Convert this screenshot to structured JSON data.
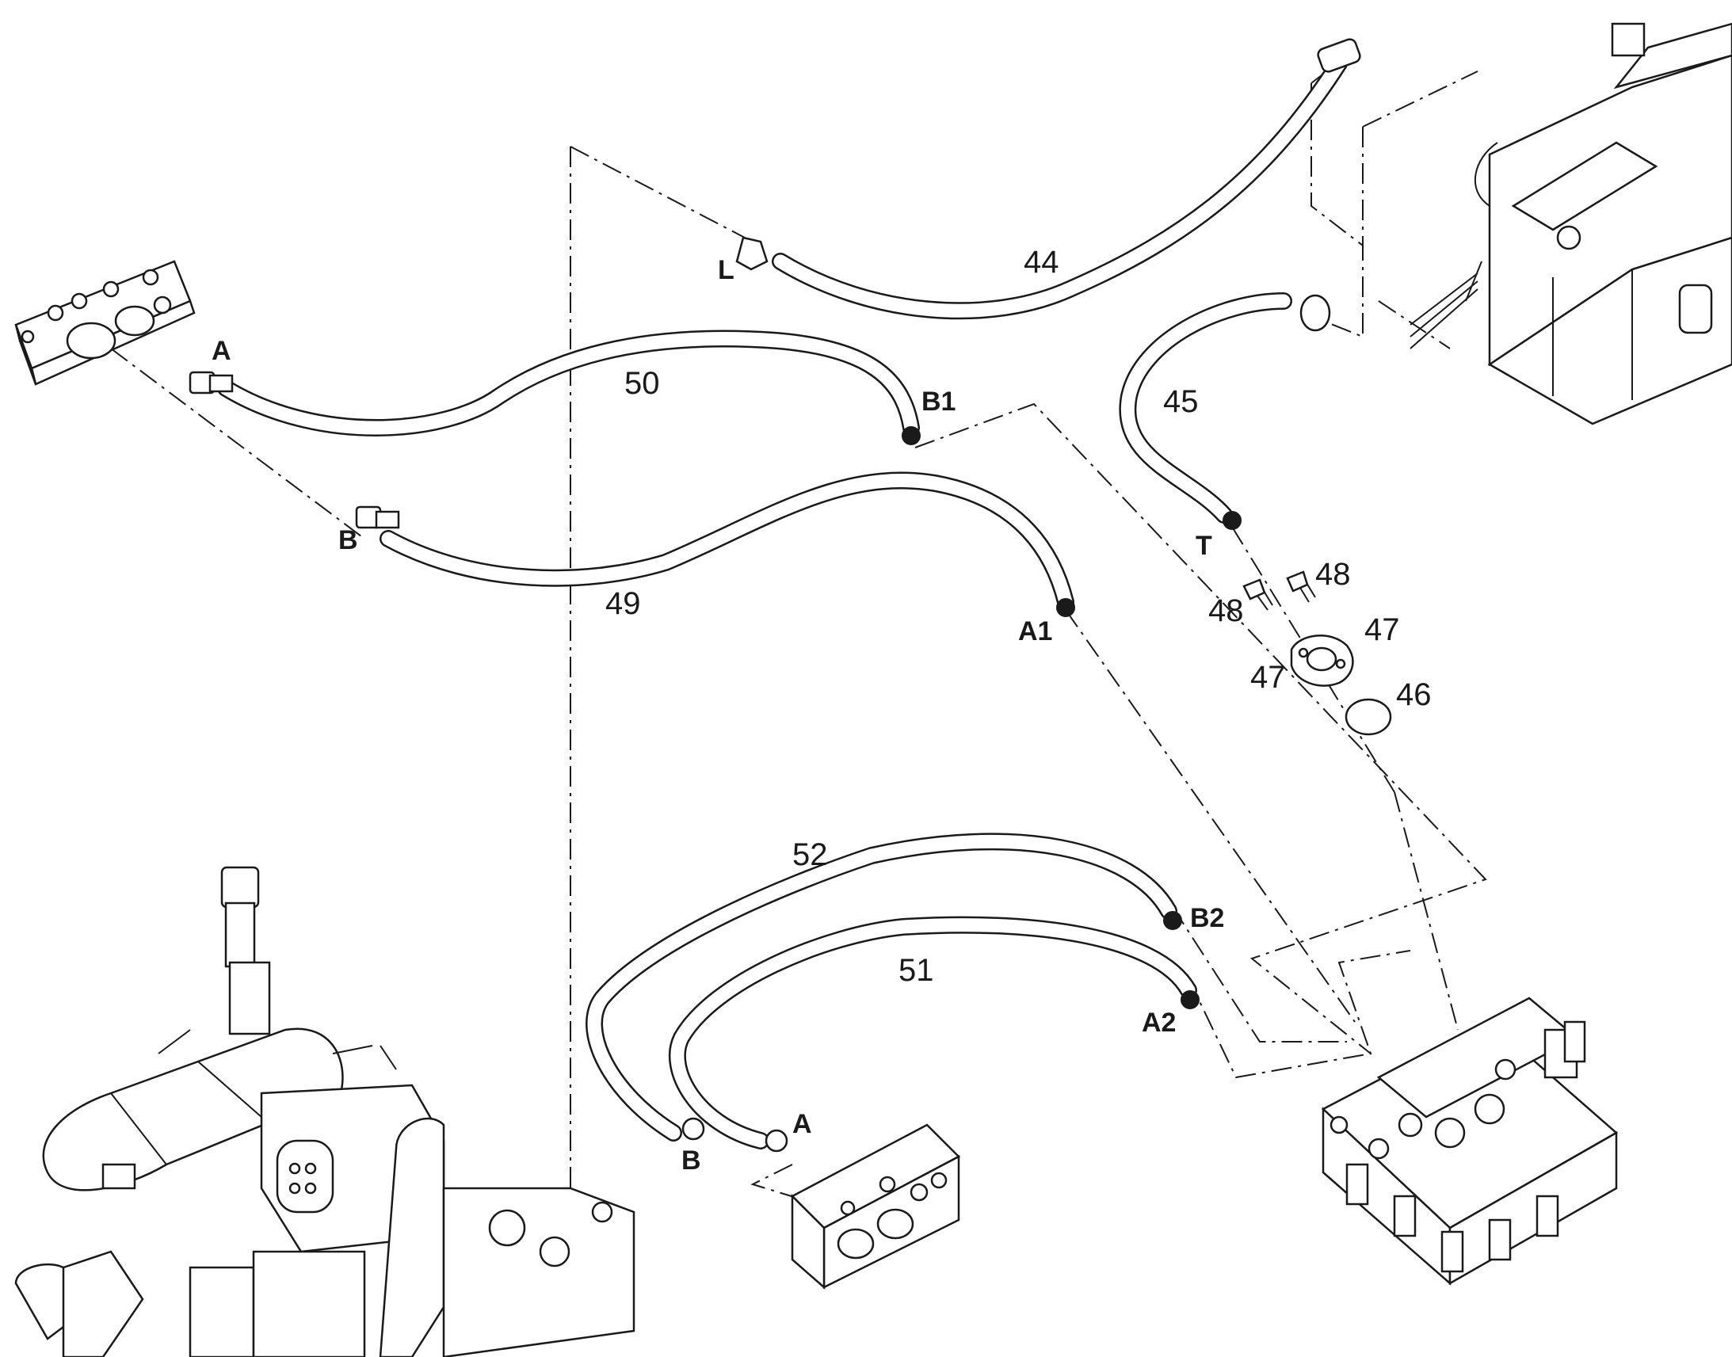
{
  "callouts": {
    "c44": "44",
    "c45": "45",
    "c46": "46",
    "c47a": "47",
    "c47b": "47",
    "c48a": "48",
    "c48b": "48",
    "c49": "49",
    "c50": "50",
    "c51": "51",
    "c52": "52"
  },
  "ports": {
    "a_top": "A",
    "b_top": "B",
    "b1": "B1",
    "a1": "A1",
    "l": "L",
    "t": "T",
    "b2": "B2",
    "a2": "A2",
    "a_bottom": "A",
    "b_bottom": "B"
  }
}
